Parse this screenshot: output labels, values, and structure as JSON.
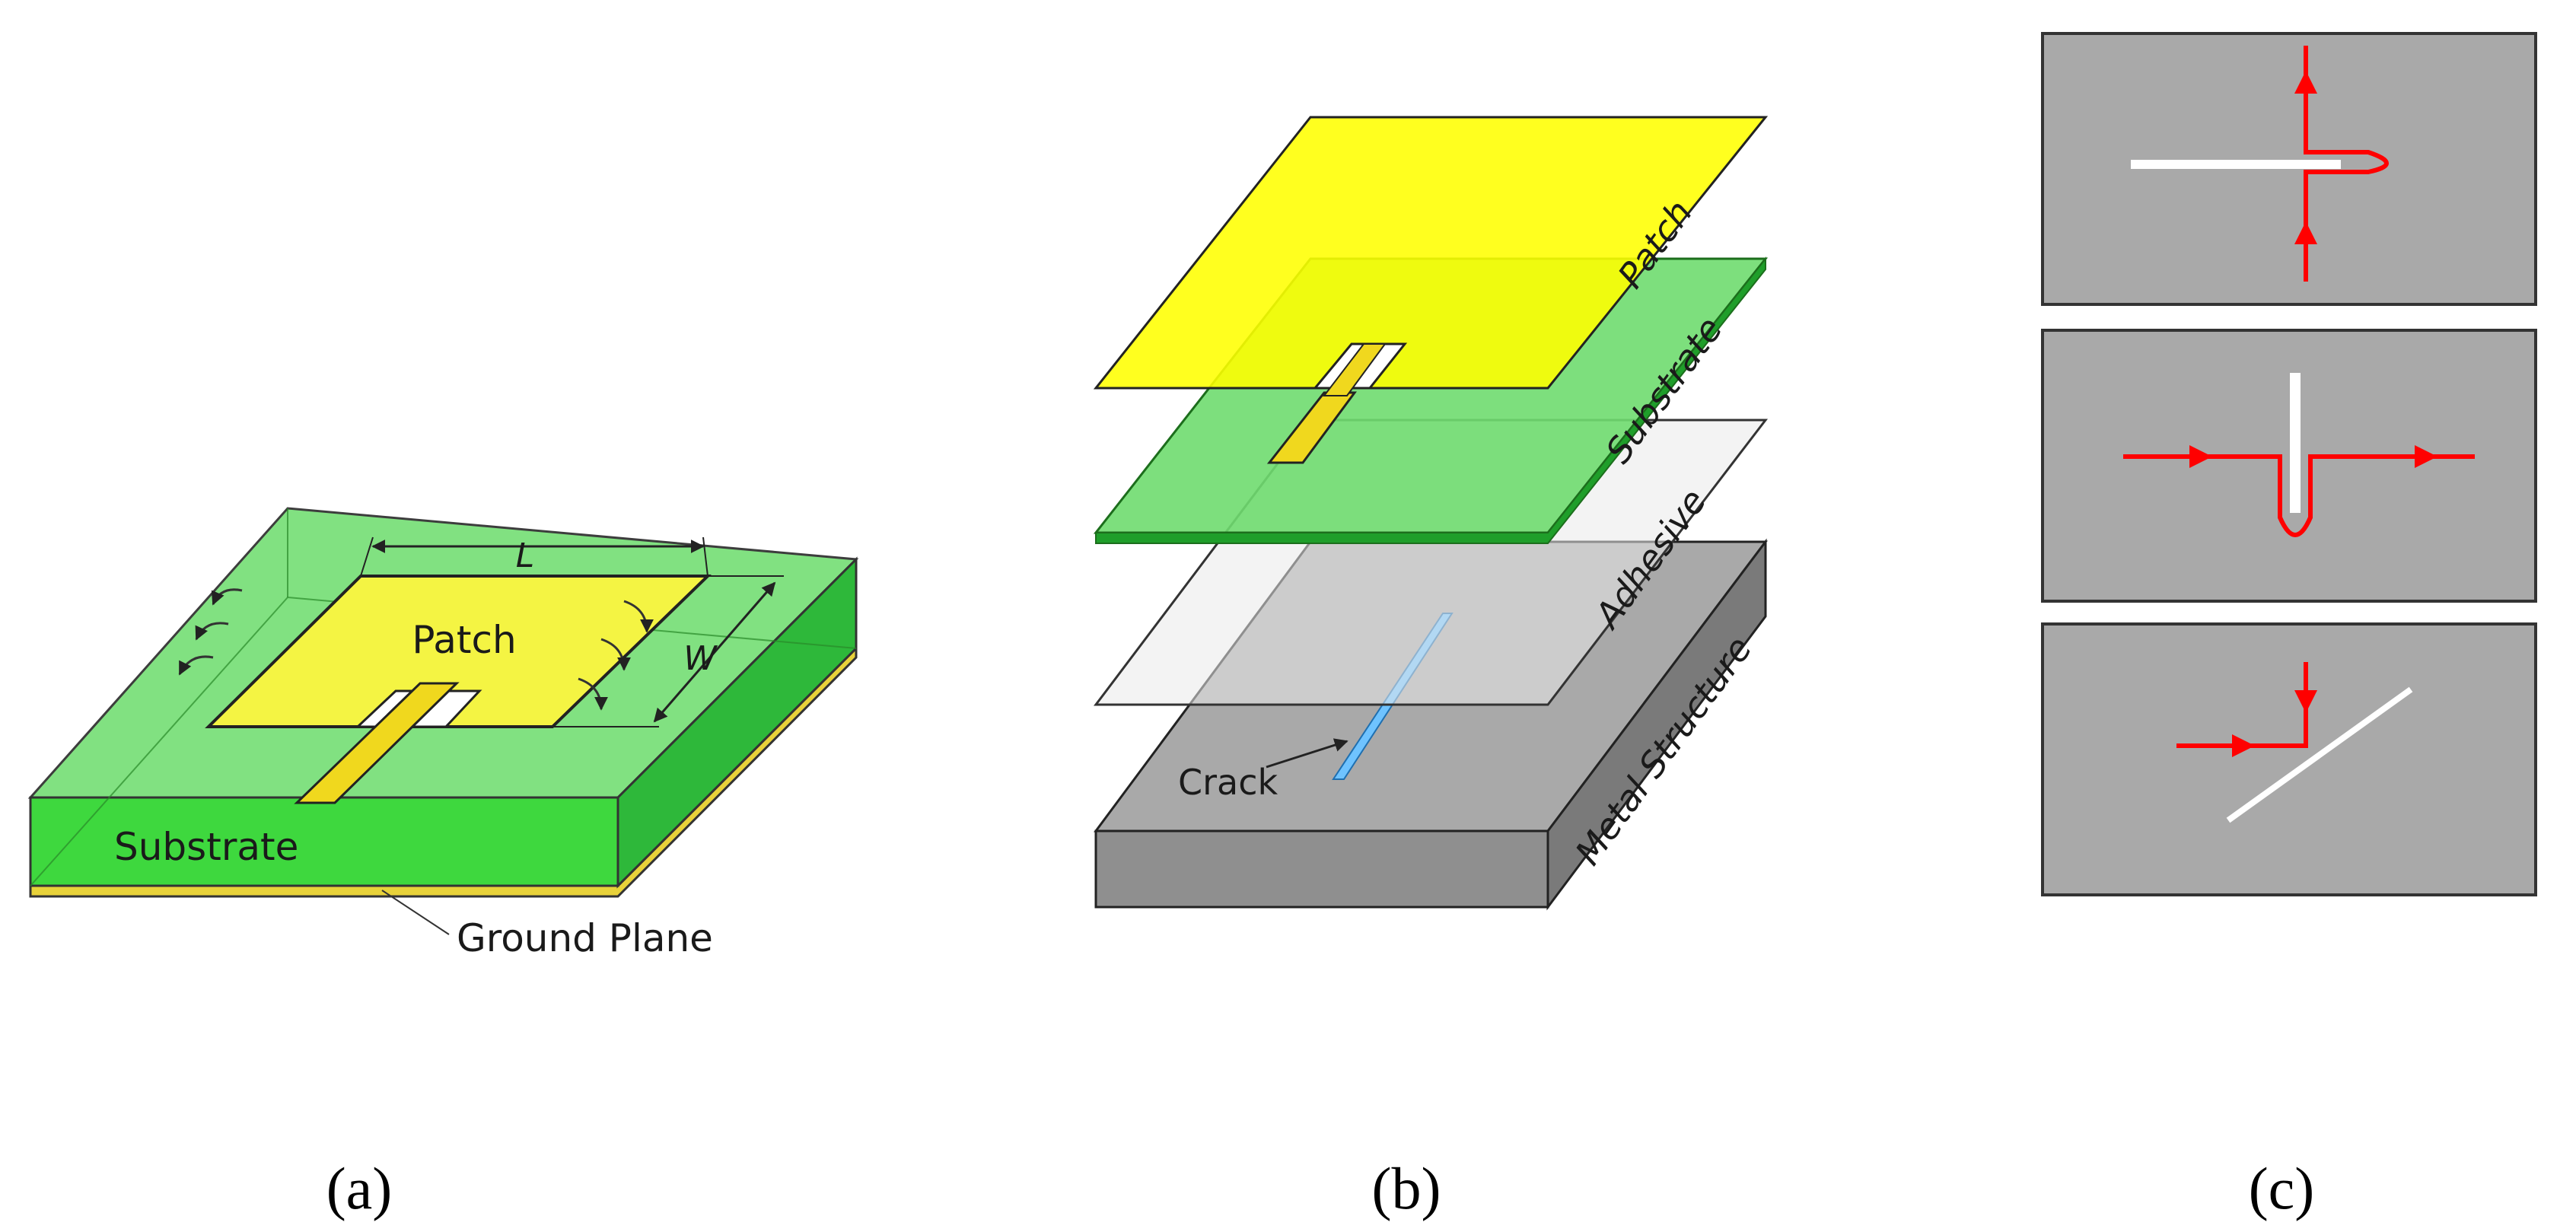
{
  "panel_a": {
    "dimension_length": "L",
    "dimension_width": "W",
    "patch_label": "Patch",
    "substrate_label": "Substrate",
    "ground_plane_label": "Ground Plane",
    "caption": "(a)"
  },
  "panel_b": {
    "patch_label": "Patch",
    "substrate_label": "Substrate",
    "adhesive_label": "Adhesive",
    "metal_label": "Metal Structure",
    "crack_label": "Crack",
    "caption": "(b)"
  },
  "panel_c": {
    "caption": "(c)"
  },
  "colors": {
    "patch_yellow": "#ffff00",
    "substrate_green": "#5ee05e",
    "substrate_dark": "#1f9e2a",
    "metal_gray": "#a9a9a9",
    "current_red": "#ff0000",
    "crack_blue": "#6fc3ff"
  }
}
